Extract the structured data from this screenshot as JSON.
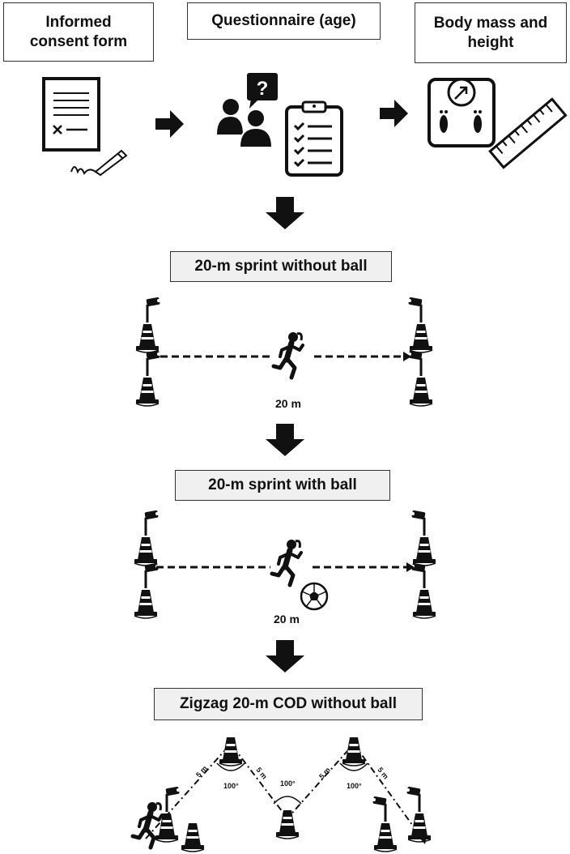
{
  "top_steps": [
    {
      "label": "Informed consent form"
    },
    {
      "label": "Questionnaire (age)"
    },
    {
      "label": "Body mass and height"
    }
  ],
  "tests": [
    {
      "title": "20-m sprint without ball",
      "distance": "20 m"
    },
    {
      "title": "20-m sprint with ball",
      "distance": "20 m"
    },
    {
      "title": "Zigzag 20-m COD without ball"
    }
  ],
  "zigzag": {
    "segment_label": "5 m",
    "angle_label": "100°"
  },
  "colors": {
    "ink": "#111111",
    "box_fill": "#f0f0f0",
    "border": "#333333"
  }
}
